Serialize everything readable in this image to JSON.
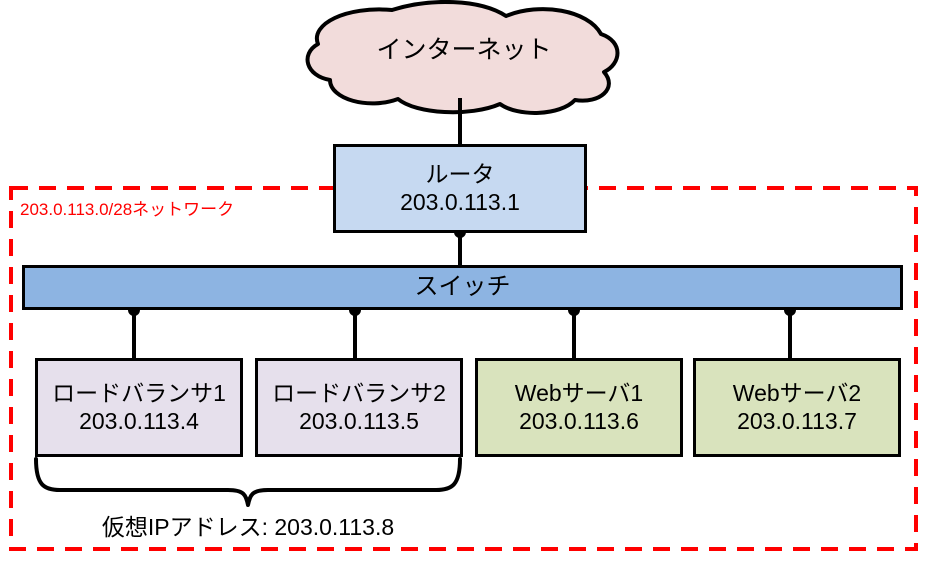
{
  "diagram": {
    "title_text": "203.0.113.0/28ネットワーク",
    "subnet_boundary": {
      "label": "203.0.113.0/28ネットワーク",
      "color": "#ff0000",
      "style": "dashed"
    },
    "cloud": {
      "label": "インターネット",
      "fill": "#f2dcdb",
      "stroke": "#000000"
    },
    "router": {
      "name": "ルータ",
      "ip": "203.0.113.1",
      "fill": "#c6d9f1",
      "stroke": "#000000"
    },
    "switch": {
      "name": "スイッチ",
      "ip": "",
      "fill": "#8db4e2",
      "stroke": "#000000"
    },
    "devices": [
      {
        "name": "ロードバランサ1",
        "ip": "203.0.113.4",
        "fill": "#e6e0ec",
        "stroke": "#000000"
      },
      {
        "name": "ロードバランサ2",
        "ip": "203.0.113.5",
        "fill": "#e6e0ec",
        "stroke": "#000000"
      },
      {
        "name": "Webサーバ1",
        "ip": "203.0.113.6",
        "fill": "#d9e3bd",
        "stroke": "#000000"
      },
      {
        "name": "Webサーバ2",
        "ip": "203.0.113.7",
        "fill": "#d9e3bd",
        "stroke": "#000000"
      }
    ],
    "virtual_ip": {
      "label": "仮想IPアドレス: 203.0.113.8",
      "spans": [
        "ロードバランサ1",
        "ロードバランサ2"
      ]
    }
  }
}
